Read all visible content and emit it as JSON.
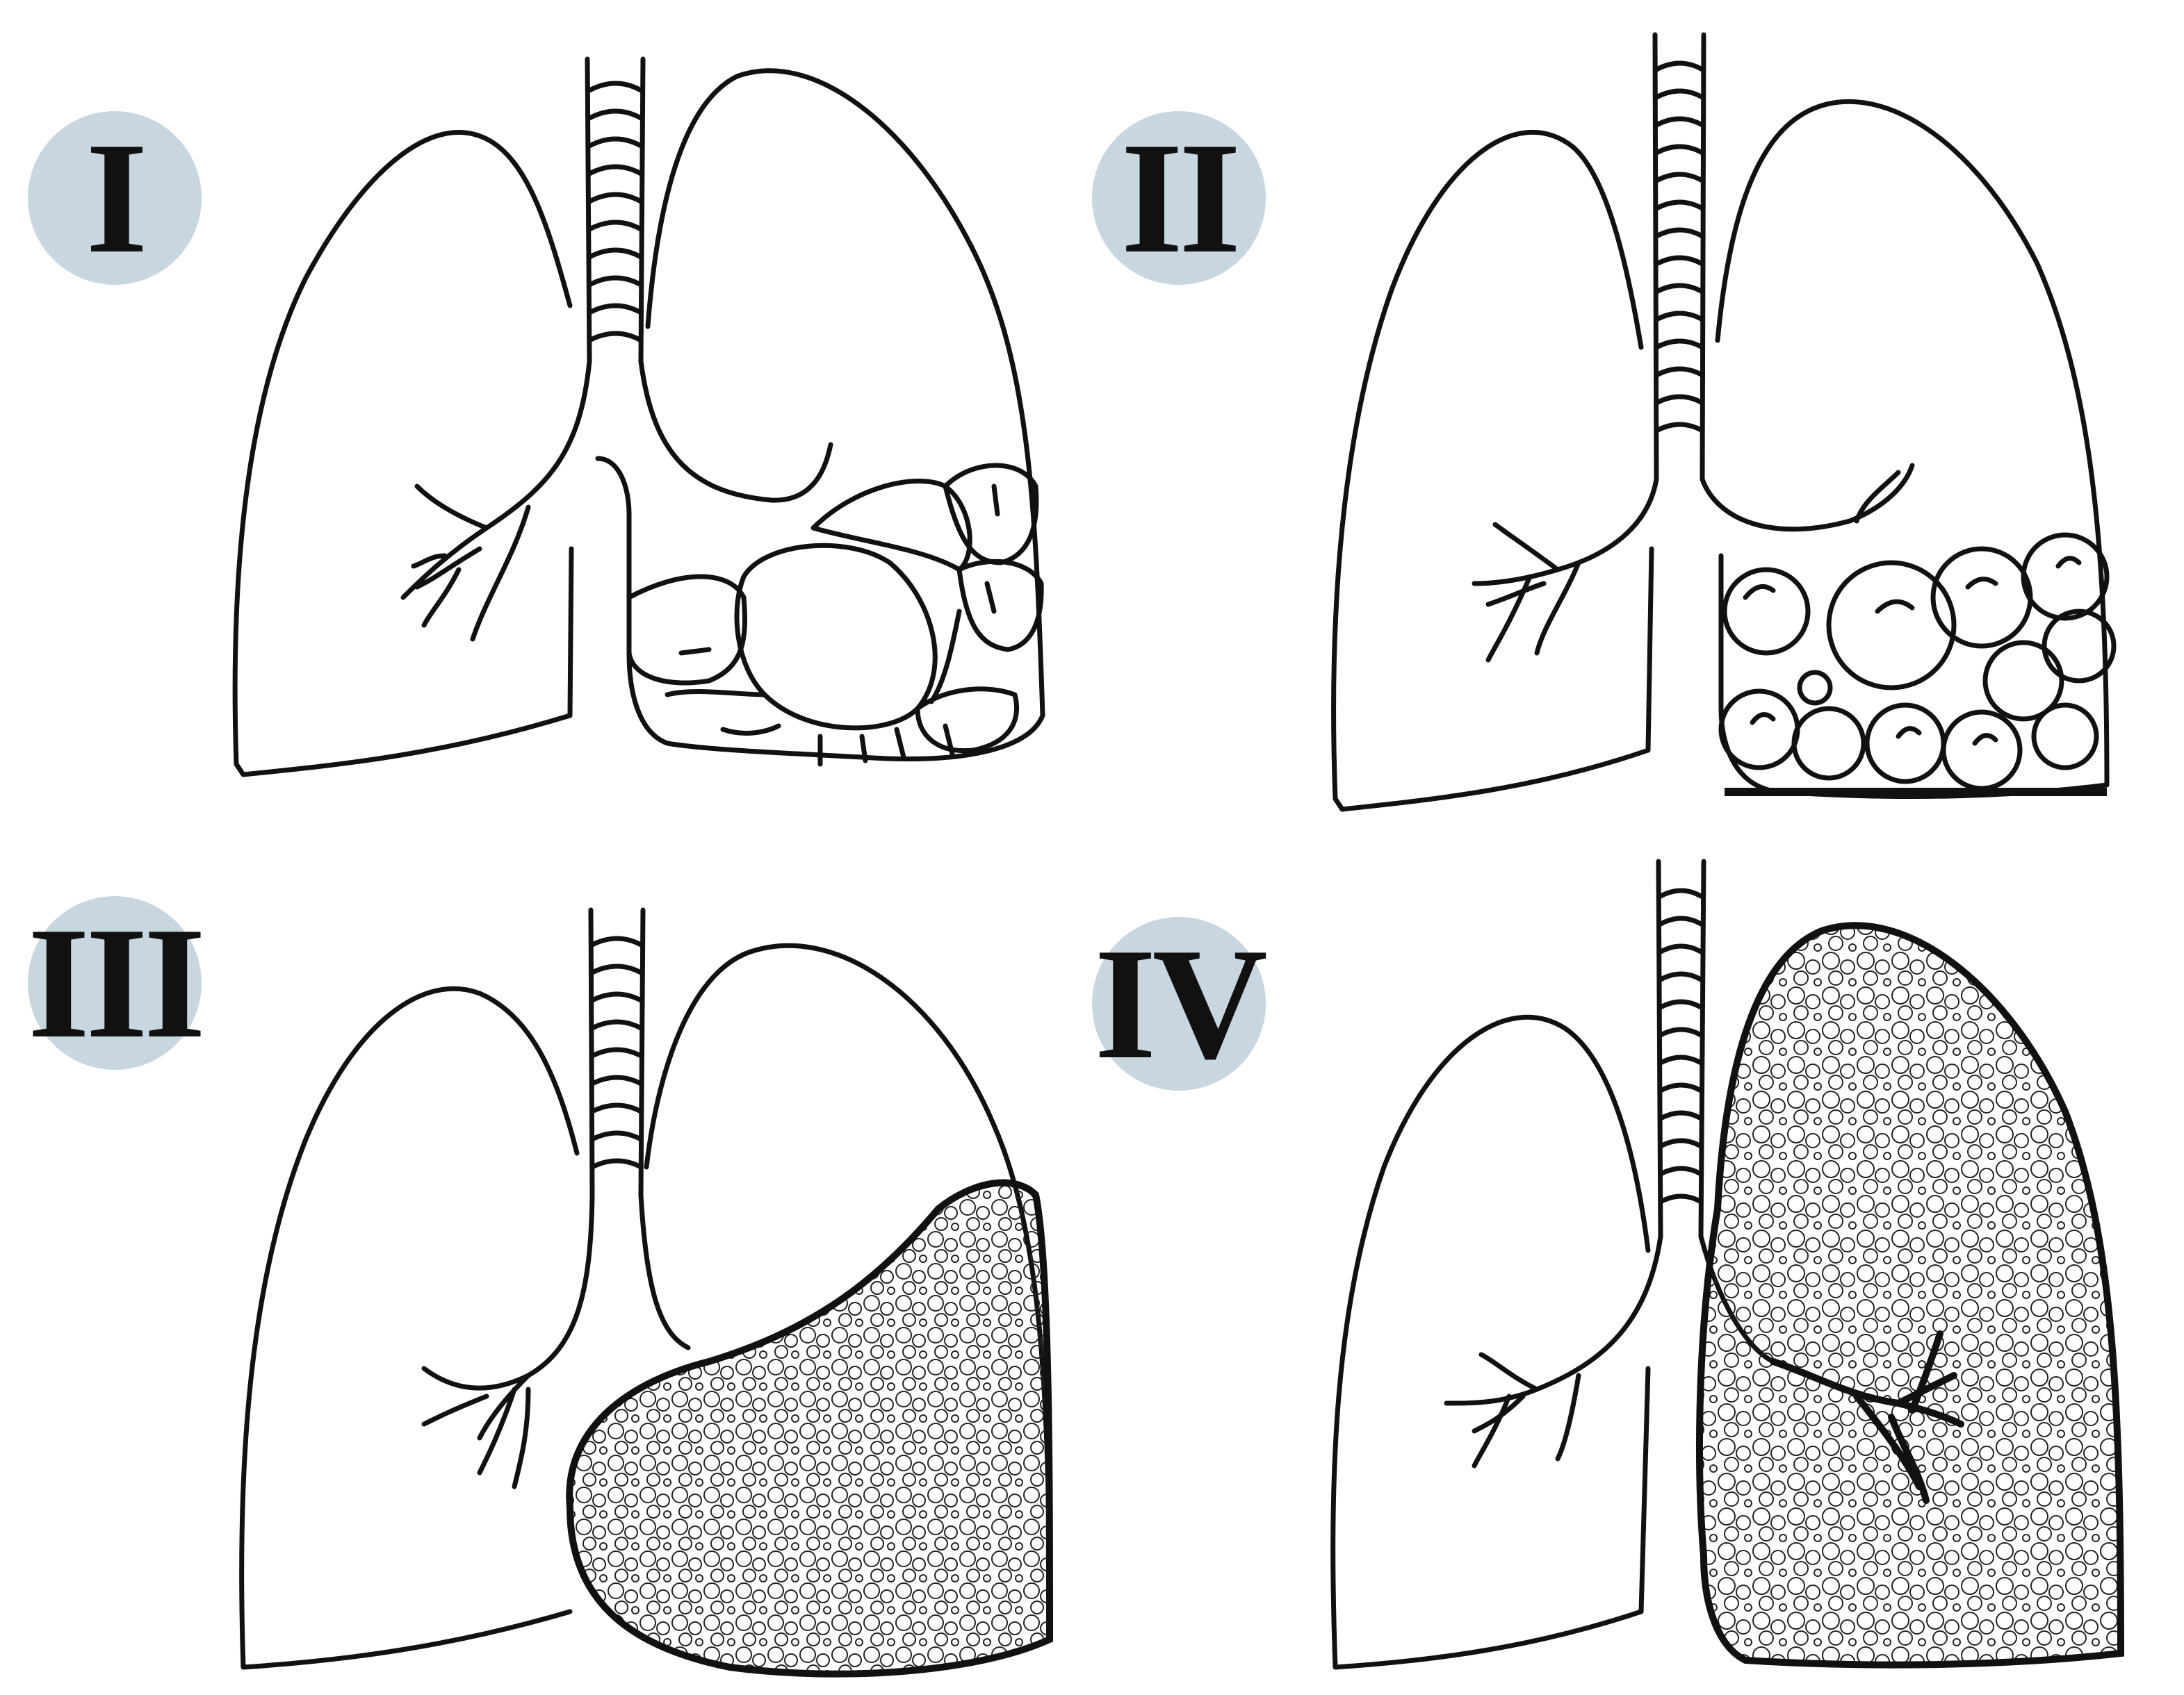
{
  "colors": {
    "badge": "#c8d7df",
    "ink": "#111111",
    "paper": "#ffffff"
  },
  "panels": [
    {
      "label": "I",
      "pattern": "few-large-cysts"
    },
    {
      "label": "II",
      "pattern": "multiple-medium-cysts"
    },
    {
      "label": "III",
      "pattern": "microcysts-lower-lobe"
    },
    {
      "label": "IV",
      "pattern": "microcysts-whole-lung"
    }
  ]
}
